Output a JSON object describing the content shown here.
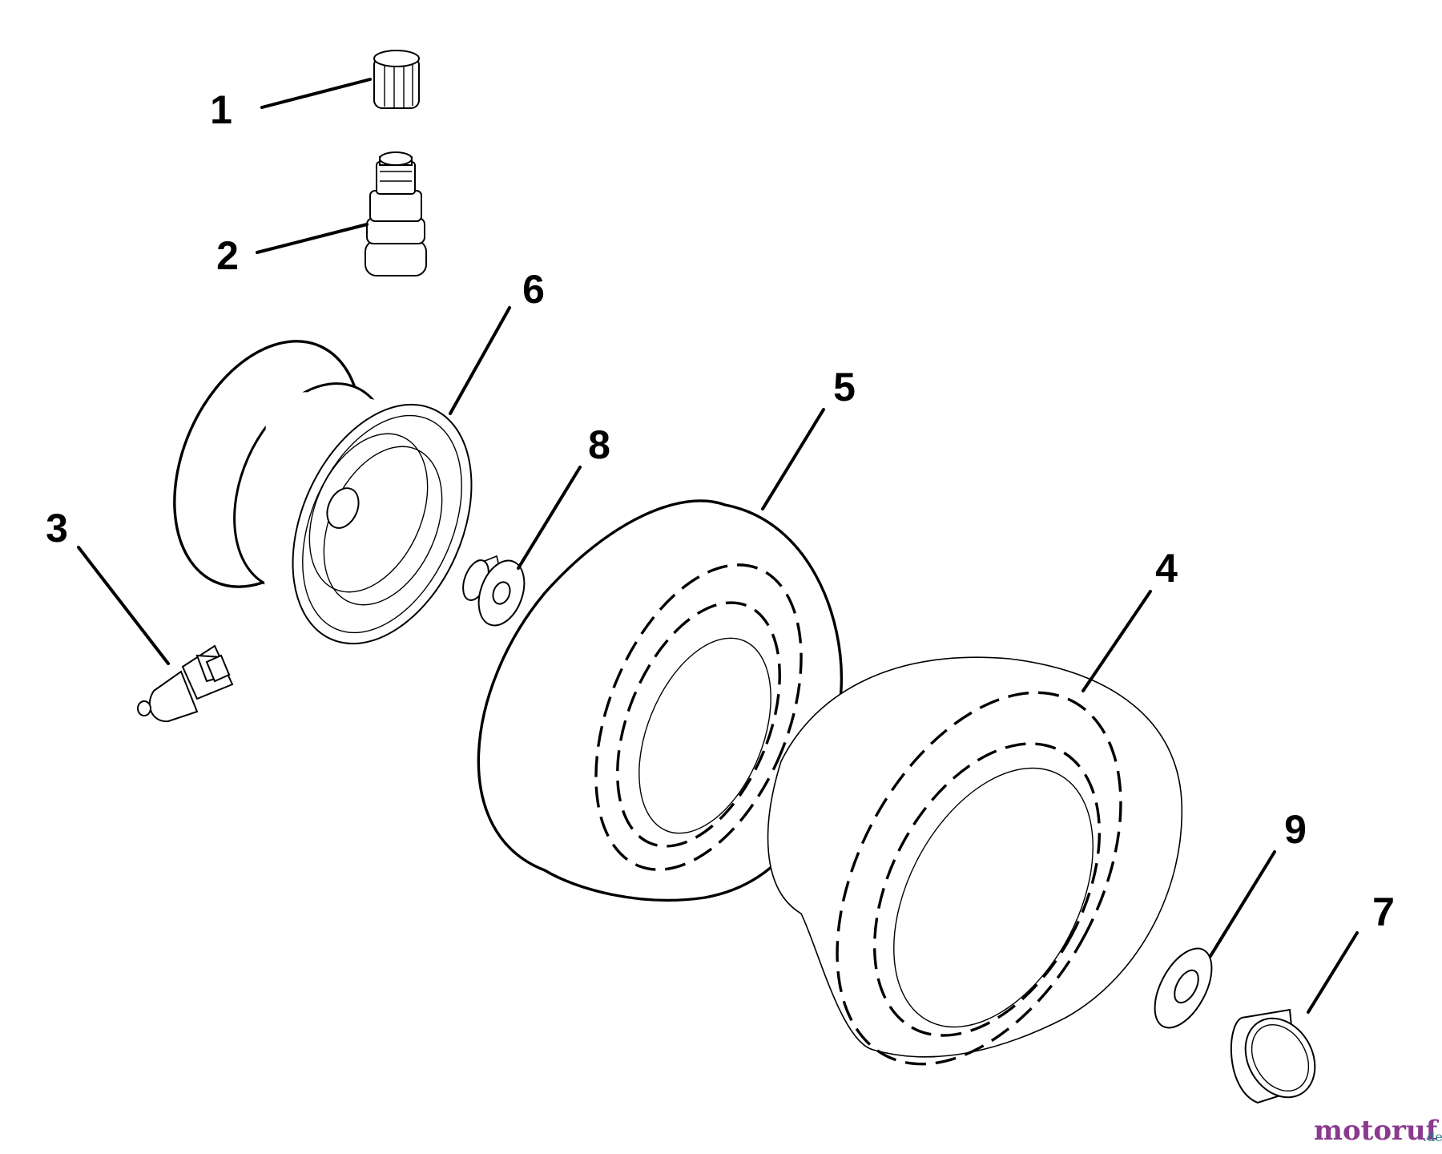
{
  "callouts": [
    "1",
    "2",
    "3",
    "4",
    "5",
    "6",
    "7",
    "8",
    "9"
  ],
  "watermark": {
    "brand": "motoruf",
    "domain": ".de",
    "brand_color": "#8a3a8f",
    "accent_color": "#2e7d8c"
  }
}
